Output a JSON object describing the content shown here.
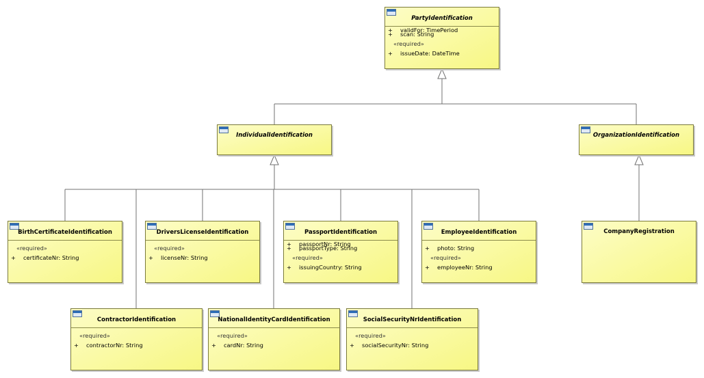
{
  "classes": [
    {
      "name": "PartyIdentification",
      "abstract": true,
      "attrs": [
        {
          "vis": "+",
          "text": "scan: String"
        },
        {
          "stereo": "«required»"
        },
        {
          "vis": "+",
          "text": "issueDate: DateTime"
        },
        {
          "vis": "+",
          "text": "validFor: TimePeriod"
        }
      ]
    },
    {
      "name": "IndividualIdentification",
      "abstract": true,
      "attrs": []
    },
    {
      "name": "OrganizationIdentification",
      "abstract": true,
      "attrs": []
    },
    {
      "name": "BirthCertificateIdentification",
      "abstract": false,
      "attrs": [
        {
          "stereo": "«required»"
        },
        {
          "vis": "+",
          "text": "certificateNr: String"
        }
      ]
    },
    {
      "name": "DriversLicenseIdentification",
      "abstract": false,
      "attrs": [
        {
          "stereo": "«required»"
        },
        {
          "vis": "+",
          "text": "licenseNr: String"
        }
      ]
    },
    {
      "name": "PassportIdentification",
      "abstract": false,
      "attrs": [
        {
          "vis": "+",
          "text": "passportType: String"
        },
        {
          "stereo": "«required»"
        },
        {
          "vis": "+",
          "text": "issuingCountry: String"
        },
        {
          "vis": "+",
          "text": "passportNr: String"
        }
      ]
    },
    {
      "name": "EmployeeIdentification",
      "abstract": false,
      "attrs": [
        {
          "vis": "+",
          "text": "photo: String"
        },
        {
          "stereo": "«required»"
        },
        {
          "vis": "+",
          "text": "employeeNr: String"
        }
      ]
    },
    {
      "name": "CompanyRegistration",
      "abstract": false,
      "attrs": []
    },
    {
      "name": "ContractorIdentification",
      "abstract": false,
      "attrs": [
        {
          "stereo": "«required»"
        },
        {
          "vis": "+",
          "text": "contractorNr: String"
        }
      ]
    },
    {
      "name": "NationalIdentityCardIdentification",
      "abstract": false,
      "attrs": [
        {
          "stereo": "«required»"
        },
        {
          "vis": "+",
          "text": "cardNr: String"
        }
      ]
    },
    {
      "name": "SocialSecurityNrIdentification",
      "abstract": false,
      "attrs": [
        {
          "stereo": "«required»"
        },
        {
          "vis": "+",
          "text": "socialSecurityNr: String"
        }
      ]
    }
  ],
  "generalizations": [
    {
      "parent": "PartyIdentification",
      "children": [
        "IndividualIdentification",
        "OrganizationIdentification"
      ]
    },
    {
      "parent": "IndividualIdentification",
      "children": [
        "BirthCertificateIdentification",
        "DriversLicenseIdentification",
        "PassportIdentification",
        "EmployeeIdentification",
        "ContractorIdentification",
        "NationalIdentityCardIdentification",
        "SocialSecurityNrIdentification"
      ]
    },
    {
      "parent": "OrganizationIdentification",
      "children": [
        "CompanyRegistration"
      ]
    }
  ],
  "colors": {
    "fill_light": "#fdfdc6",
    "fill_dark": "#f7f784",
    "border": "#7a7a3a",
    "line": "#707070",
    "icon": "#2e6db6"
  }
}
